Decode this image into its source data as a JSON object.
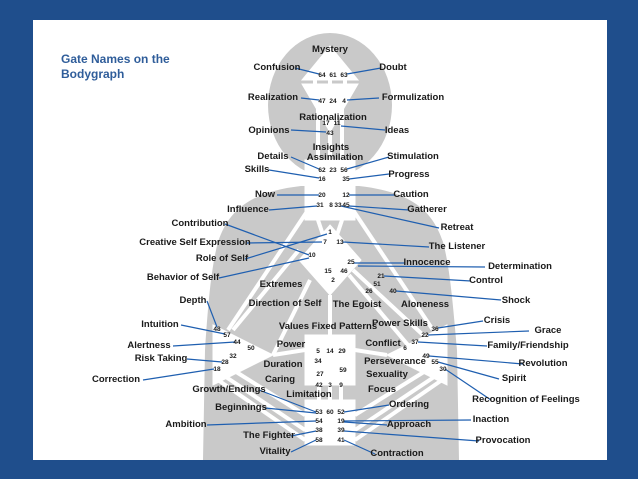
{
  "title": "Gate Names on the\nBodygraph",
  "colors": {
    "frame": "#1f4e8c",
    "leader": "#1f5fb0",
    "silhouette": "#c9c9c9",
    "channel": "#ffffff",
    "title": "#2f5d9a"
  },
  "labels": [
    {
      "id": "mystery",
      "text": "Mystery"
    },
    {
      "id": "confusion",
      "text": "Confusion"
    },
    {
      "id": "doubt",
      "text": "Doubt"
    },
    {
      "id": "realization",
      "text": "Realization"
    },
    {
      "id": "formulization",
      "text": "Formulization"
    },
    {
      "id": "rationalization",
      "text": "Rationalization"
    },
    {
      "id": "opinions",
      "text": "Opinions"
    },
    {
      "id": "ideas",
      "text": "Ideas"
    },
    {
      "id": "insights",
      "text": "Insights"
    },
    {
      "id": "details",
      "text": "Details"
    },
    {
      "id": "assimilation",
      "text": "Assimilation"
    },
    {
      "id": "stimulation",
      "text": "Stimulation"
    },
    {
      "id": "skills",
      "text": "Skills"
    },
    {
      "id": "progress",
      "text": "Progress"
    },
    {
      "id": "now",
      "text": "Now"
    },
    {
      "id": "caution",
      "text": "Caution"
    },
    {
      "id": "influence",
      "text": "Influence"
    },
    {
      "id": "gatherer",
      "text": "Gatherer"
    },
    {
      "id": "contribution",
      "text": "Contribution"
    },
    {
      "id": "retreat",
      "text": "Retreat"
    },
    {
      "id": "creative-self-expression",
      "text": "Creative Self Expression"
    },
    {
      "id": "the-listener",
      "text": "The Listener"
    },
    {
      "id": "role-of-self",
      "text": "Role of Self"
    },
    {
      "id": "innocence",
      "text": "Innocence"
    },
    {
      "id": "determination",
      "text": "Determination"
    },
    {
      "id": "behavior-of-self",
      "text": "Behavior of Self"
    },
    {
      "id": "extremes",
      "text": "Extremes"
    },
    {
      "id": "control",
      "text": "Control"
    },
    {
      "id": "shock",
      "text": "Shock"
    },
    {
      "id": "depth",
      "text": "Depth"
    },
    {
      "id": "direction-of-self",
      "text": "Direction of Self"
    },
    {
      "id": "the-egoist",
      "text": "The Egoist"
    },
    {
      "id": "aloneness",
      "text": "Aloneness"
    },
    {
      "id": "intuition",
      "text": "Intuition"
    },
    {
      "id": "values-fixed-patterns",
      "text": "Values Fixed Patterns"
    },
    {
      "id": "power-skills",
      "text": "Power Skills"
    },
    {
      "id": "crisis",
      "text": "Crisis"
    },
    {
      "id": "grace",
      "text": "Grace"
    },
    {
      "id": "alertness",
      "text": "Alertness"
    },
    {
      "id": "power",
      "text": "Power"
    },
    {
      "id": "conflict",
      "text": "Conflict"
    },
    {
      "id": "family-friendship",
      "text": "Family/Friendship"
    },
    {
      "id": "risk-taking",
      "text": "Risk Taking"
    },
    {
      "id": "duration",
      "text": "Duration"
    },
    {
      "id": "perseverance",
      "text": "Perseverance"
    },
    {
      "id": "revolution",
      "text": "Revolution"
    },
    {
      "id": "sexuality",
      "text": "Sexuality"
    },
    {
      "id": "correction",
      "text": "Correction"
    },
    {
      "id": "caring",
      "text": "Caring"
    },
    {
      "id": "spirit",
      "text": "Spirit"
    },
    {
      "id": "growth-endings",
      "text": "Growth/Endings"
    },
    {
      "id": "limitation",
      "text": "Limitation"
    },
    {
      "id": "focus",
      "text": "Focus"
    },
    {
      "id": "recognition-of-feelings",
      "text": "Recognition of Feelings"
    },
    {
      "id": "beginnings",
      "text": "Beginnings"
    },
    {
      "id": "ordering",
      "text": "Ordering"
    },
    {
      "id": "ambition",
      "text": "Ambition"
    },
    {
      "id": "inaction",
      "text": "Inaction"
    },
    {
      "id": "approach",
      "text": "Approach"
    },
    {
      "id": "the-fighter",
      "text": "The Fighter"
    },
    {
      "id": "provocation",
      "text": "Provocation"
    },
    {
      "id": "vitality",
      "text": "Vitality"
    },
    {
      "id": "contraction",
      "text": "Contraction"
    }
  ],
  "gates": [
    "64",
    "61",
    "63",
    "47",
    "24",
    "4",
    "17",
    "11",
    "43",
    "62",
    "23",
    "56",
    "16",
    "35",
    "20",
    "12",
    "31",
    "8",
    "33",
    "45",
    "1",
    "7",
    "13",
    "10",
    "25",
    "15",
    "46",
    "2",
    "21",
    "51",
    "26",
    "40",
    "48",
    "57",
    "44",
    "50",
    "36",
    "22",
    "37",
    "6",
    "5",
    "14",
    "29",
    "34",
    "32",
    "28",
    "18",
    "27",
    "59",
    "49",
    "55",
    "30",
    "42",
    "3",
    "9",
    "53",
    "60",
    "52",
    "54",
    "19",
    "38",
    "39",
    "58",
    "41"
  ]
}
